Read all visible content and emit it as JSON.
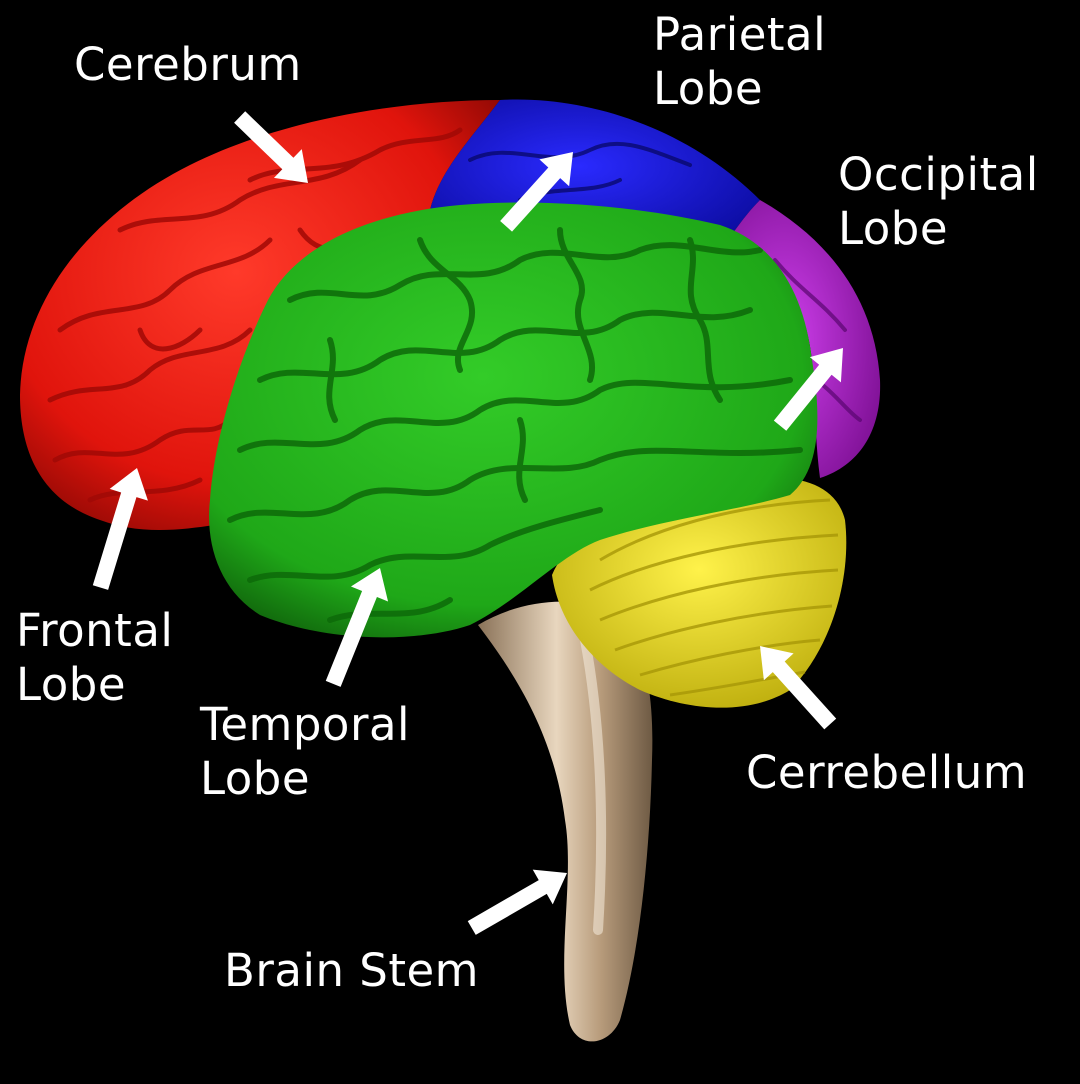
{
  "background_color": "#000000",
  "regions": {
    "frontal": {
      "color": "#ee1c14"
    },
    "parietal": {
      "color": "#1414e6"
    },
    "occipital": {
      "color": "#b01ecc"
    },
    "temporal": {
      "color": "#22b01a"
    },
    "cerebellum": {
      "color": "#f2e414"
    },
    "brain_stem": {
      "color": "#cdb394"
    }
  },
  "labels": {
    "cerebrum": "Cerebrum",
    "parietal": {
      "line1": "Parietal",
      "line2": "Lobe"
    },
    "occipital": {
      "line1": "Occipital",
      "line2": "Lobe"
    },
    "frontal": {
      "line1": "Frontal",
      "line2": "Lobe"
    },
    "temporal": {
      "line1": "Temporal",
      "line2": "Lobe"
    },
    "cerebellum": "Cerrebellum",
    "brain_stem": "Brain Stem"
  },
  "arrow_color": "#ffffff"
}
